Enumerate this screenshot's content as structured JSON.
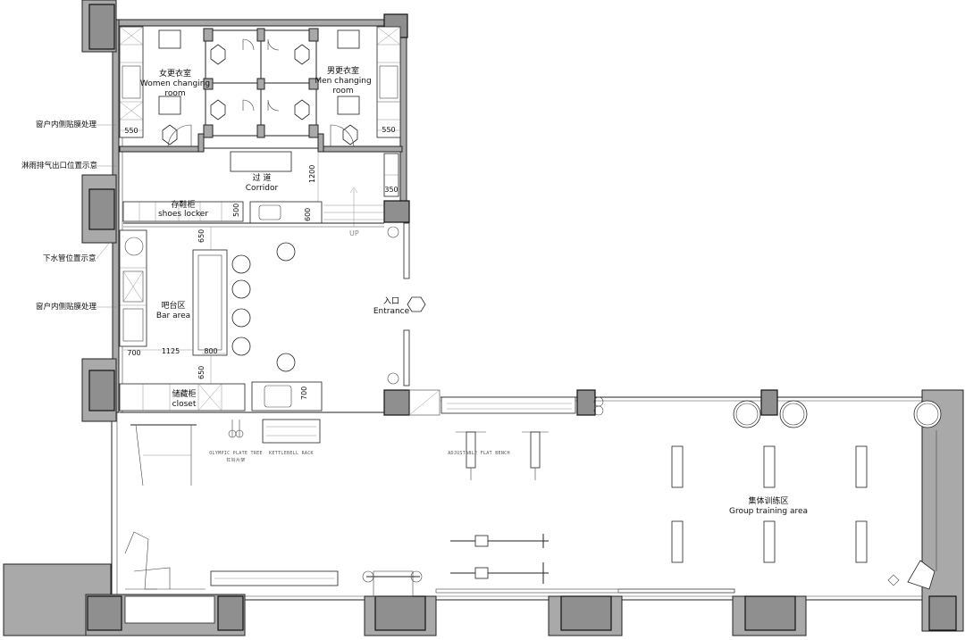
{
  "rooms": {
    "women_changing_cn": "女更衣室",
    "women_changing_en1": "Women changing",
    "women_changing_en2": "room",
    "men_changing_cn": "男更衣室",
    "men_changing_en1": "Men changing",
    "men_changing_en2": "room",
    "corridor_cn": "过 道",
    "corridor_en": "Corridor",
    "bar_cn": "吧台区",
    "bar_en": "Bar area",
    "entrance_cn": "入口",
    "entrance_en": "Entrance",
    "group_cn": "集体训练区",
    "group_en": "Group training area"
  },
  "lockers": {
    "shoes_cn": "存鞋柜",
    "shoes_en": "shoes locker",
    "closet_cn": "储藏柜",
    "closet_en": "closet"
  },
  "notes": {
    "window_film_1": "窗户内侧贴膜处理",
    "shower_vent": "淋雨排气出口位置示意",
    "drain_pipe": "下水管位置示意",
    "window_film_2": "窗户内侧贴膜处理"
  },
  "dimensions": {
    "d550_left": "550",
    "d550_right": "550",
    "d1200": "1200",
    "d350": "350",
    "d500": "500",
    "d600": "600",
    "d650_top": "650",
    "d700": "700",
    "d1125": "1125",
    "d800": "800",
    "d650_bottom": "650",
    "d700_v": "700"
  },
  "equipment": {
    "olympic_en": "OLYMPIC PLATE TREE",
    "olympic_cn": "杠铃片架",
    "kettlebell": "KETTLEBELL RACK",
    "bench": "ADJUSTABLE FLAT BENCH"
  },
  "misc": {
    "up": "UP"
  }
}
